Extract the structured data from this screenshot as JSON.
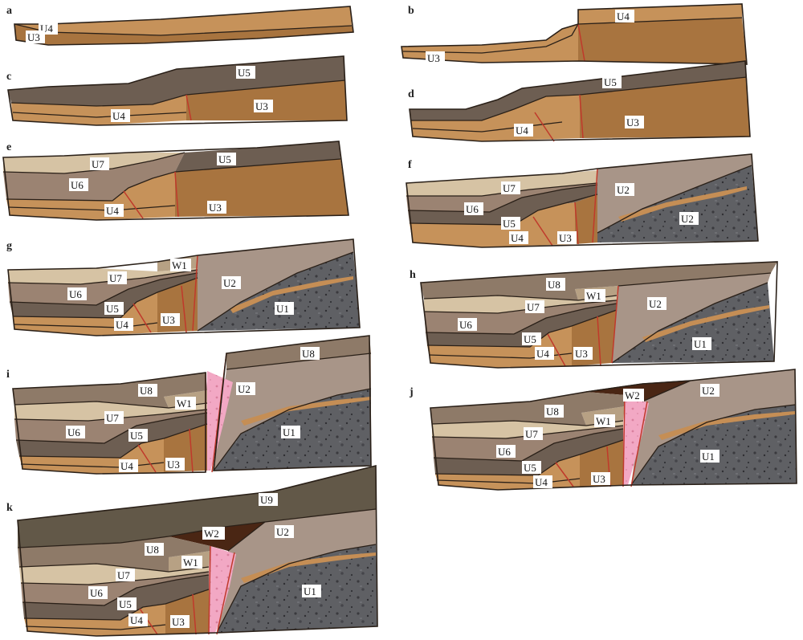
{
  "colors": {
    "U1": "#5f6064",
    "U1_gravel": "#3a3a3e",
    "U2": "#a89588",
    "U2_lens": "#c58e55",
    "U3": "#a8743f",
    "U4": "#c6925a",
    "U4_base": "#b07a45",
    "U5": "#6d5e52",
    "U6": "#9b8372",
    "U7": "#d6c3a4",
    "U8": "#8e7a68",
    "U9": "#625848",
    "W1": "#b7a184",
    "W2": "#4a2614",
    "fissure": "#f2a8c4",
    "fault": "#c0392b"
  },
  "panels": [
    {
      "id": "a",
      "label": "a",
      "units": [
        "U4",
        "U3"
      ]
    },
    {
      "id": "b",
      "label": "b",
      "units": [
        "U4",
        "U3"
      ]
    },
    {
      "id": "c",
      "label": "c",
      "units": [
        "U5",
        "U4",
        "U3"
      ]
    },
    {
      "id": "d",
      "label": "d",
      "units": [
        "U5",
        "U4",
        "U3"
      ]
    },
    {
      "id": "e",
      "label": "e",
      "units": [
        "U7",
        "U5",
        "U6",
        "U4",
        "U3"
      ]
    },
    {
      "id": "f",
      "label": "f",
      "units": [
        "U7",
        "U2",
        "U6",
        "U5",
        "U2",
        "U4",
        "U3"
      ]
    },
    {
      "id": "g",
      "label": "g",
      "units": [
        "W1",
        "U7",
        "U2",
        "U6",
        "U5",
        "U1",
        "U4",
        "U3"
      ]
    },
    {
      "id": "h",
      "label": "h",
      "units": [
        "U8",
        "W1",
        "U2",
        "U7",
        "U6",
        "U5",
        "U1",
        "U4",
        "U3"
      ]
    },
    {
      "id": "i",
      "label": "i",
      "units": [
        "U8",
        "U8",
        "U2",
        "W1",
        "U7",
        "U6",
        "U5",
        "U1",
        "U4",
        "U3"
      ]
    },
    {
      "id": "j",
      "label": "j",
      "units": [
        "W2",
        "U2",
        "U8",
        "W1",
        "U7",
        "U6",
        "U5",
        "U1",
        "U4",
        "U3"
      ]
    },
    {
      "id": "k",
      "label": "k",
      "units": [
        "U9",
        "W2",
        "U2",
        "U8",
        "W1",
        "U7",
        "U6",
        "U5",
        "U1",
        "U4",
        "U3"
      ]
    }
  ]
}
